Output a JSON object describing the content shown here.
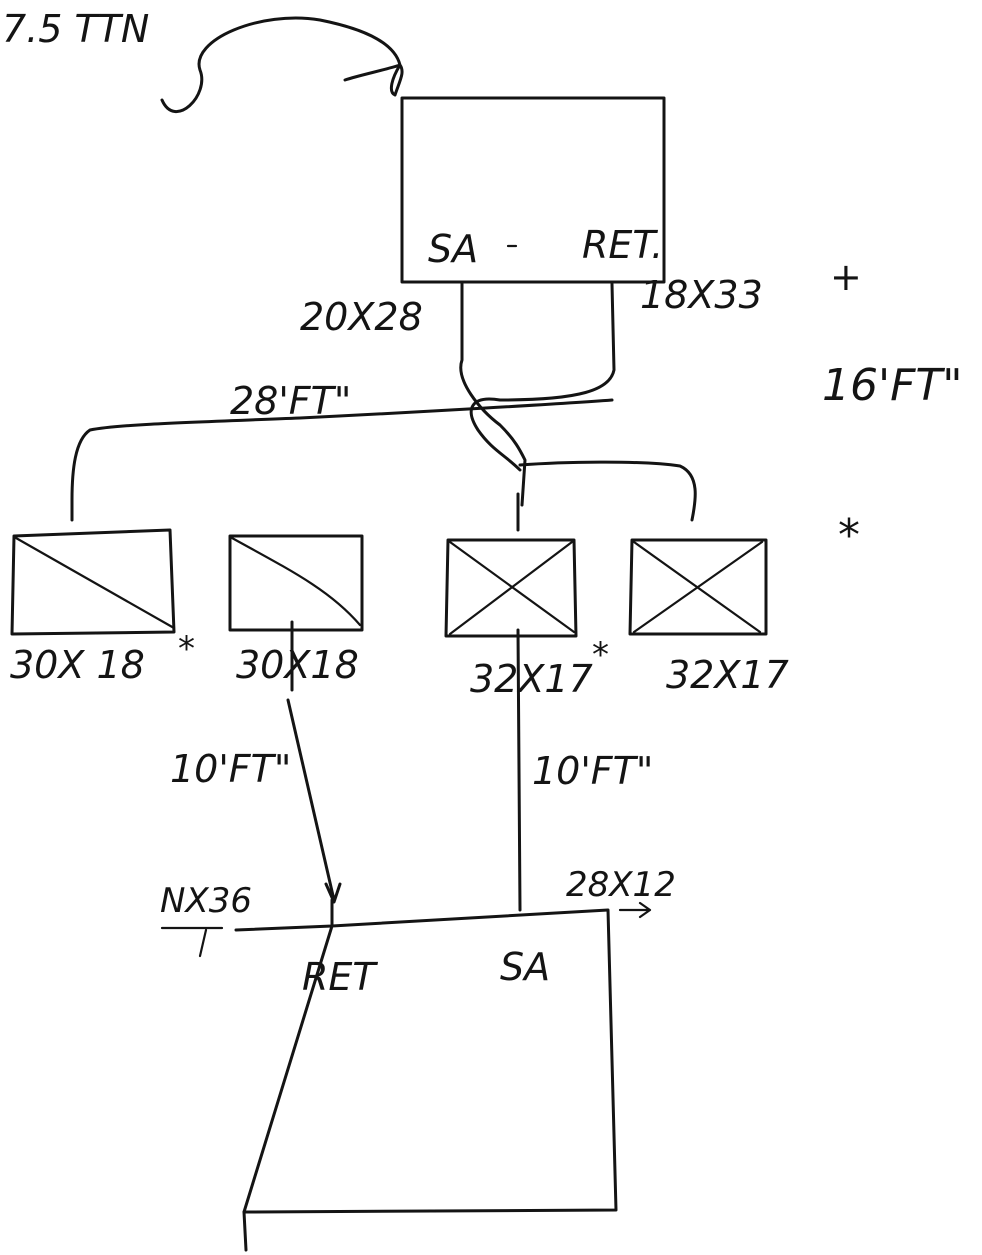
{
  "top_label": "7.5 TTN",
  "upper_unit": {
    "supply_label": "SA",
    "return_label": "RET.",
    "supply_size": "20X28",
    "return_size": "18X33",
    "return_mark": "+"
  },
  "trunk_length": "28'FT\"",
  "side_length": "16'FT\"",
  "side_mark": "*",
  "registers": [
    {
      "size": "30X 18",
      "mark": "*"
    },
    {
      "size": "30X18",
      "mark": ""
    },
    {
      "size": "32X17",
      "mark": "*"
    },
    {
      "size": "32X17",
      "mark": ""
    }
  ],
  "left_run": "10'FT\"",
  "right_run": "10'FT\"",
  "lower_unit": {
    "return_label": "RET",
    "supply_label": "SA",
    "left_size": "NX36",
    "right_size": "28X12"
  }
}
